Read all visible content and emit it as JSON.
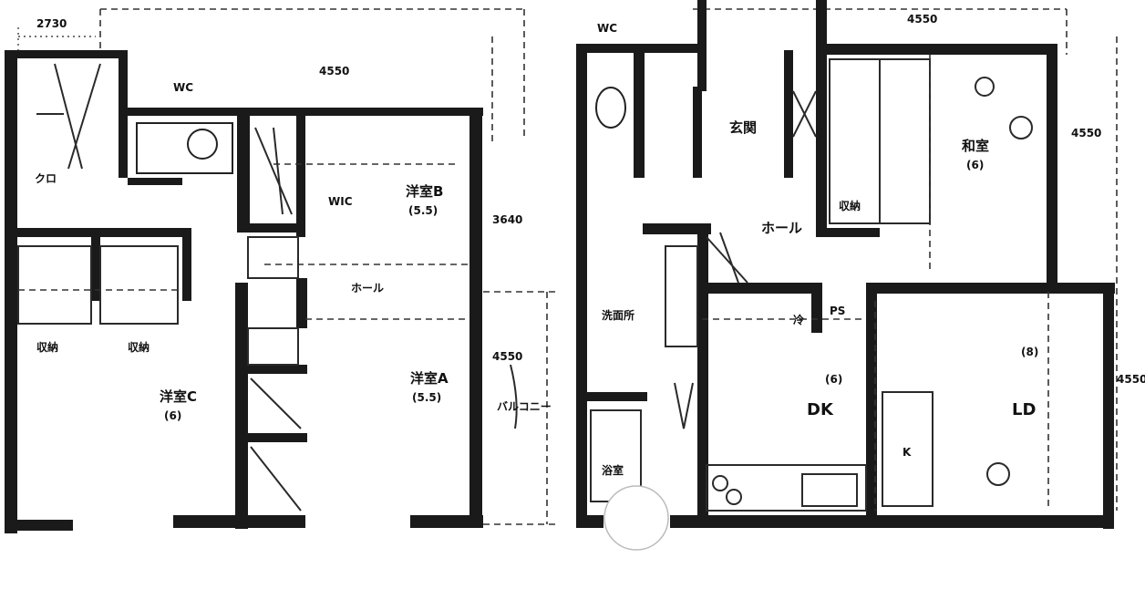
{
  "floor2": {
    "dims": {
      "top_left": "2730",
      "top_mid": "4550",
      "right": "3640",
      "right_lower": "4550"
    },
    "rooms": {
      "closet_top": "クロ",
      "washroom": "WC",
      "room_b": "洋室B",
      "room_b_size": "(5.5)",
      "room_b_closet": "WIC",
      "room_c": "洋室C",
      "room_c_size": "(6)",
      "room_a": "洋室A",
      "room_a_size": "(5.5)",
      "storage1": "収納",
      "storage2": "収納",
      "balcony": "バルコニー",
      "hall": "ホール"
    }
  },
  "floor1": {
    "dims": {
      "top": "4550",
      "right": "4550",
      "right_lower": "4550"
    },
    "rooms": {
      "wc": "WC",
      "bath": "浴室",
      "washing": "洗面所",
      "entrance": "玄関",
      "hall": "ホール",
      "dk": "DK",
      "dk_size": "(6)",
      "living": "LD",
      "living_size": "(8)",
      "japanese": "和室",
      "japanese_size": "(6)",
      "kitchen": "K",
      "storage": "収納",
      "fridge": "冷",
      "pantry": "PS"
    }
  }
}
